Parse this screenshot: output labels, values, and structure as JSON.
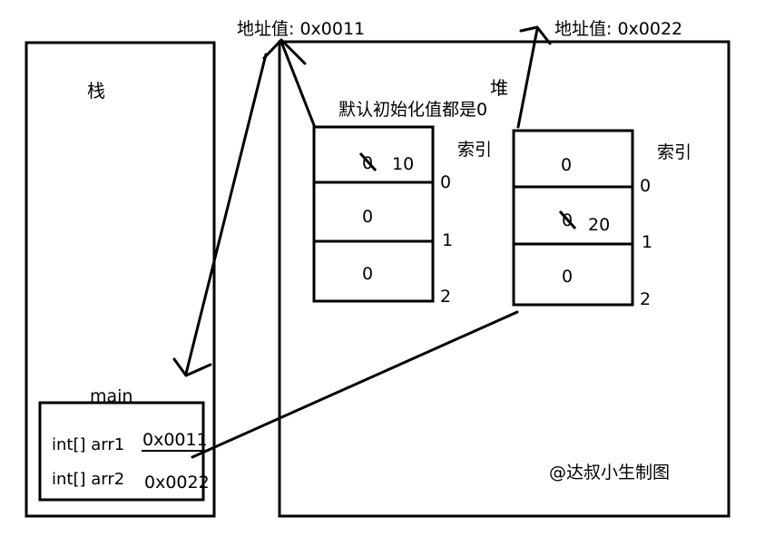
{
  "stack": {
    "title": "栈",
    "frame_label": "main",
    "vars": [
      {
        "name": "int[] arr1",
        "value": "0x0011"
      },
      {
        "name": "int[] arr2",
        "value": "0x0022"
      }
    ]
  },
  "heap": {
    "title": "堆",
    "default_note": "默认初始化值都是0",
    "watermark": "@达叔小生制图",
    "arrays": [
      {
        "address": "地址值: 0x0011",
        "index_label": "索引",
        "cells": [
          {
            "value": "0",
            "new_value": "10",
            "crossed": true
          },
          {
            "value": "0"
          },
          {
            "value": "0"
          }
        ],
        "indices": [
          "0",
          "1",
          "2"
        ]
      },
      {
        "address": "地址值: 0x0022",
        "index_label": "索引",
        "cells": [
          {
            "value": "0"
          },
          {
            "value": "0",
            "new_value": "20",
            "crossed": true
          },
          {
            "value": "0"
          }
        ],
        "indices": [
          "0",
          "1",
          "2"
        ]
      }
    ]
  },
  "colors": {
    "stroke": "#000000",
    "background": "#ffffff"
  }
}
